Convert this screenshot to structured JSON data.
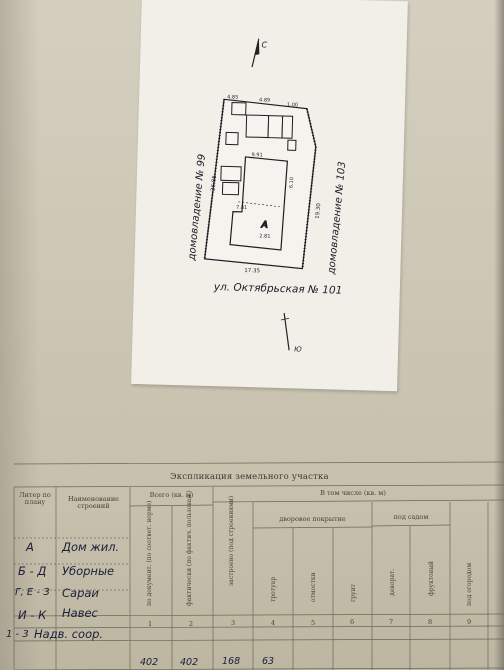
{
  "plan": {
    "neighbor_left": "домовладение № 99",
    "neighbor_right": "домовладение № 103",
    "street_label": "ул. Октябрьская № 101",
    "north_marker": "С",
    "south_marker": "Ю",
    "building_label": "А",
    "dim_front": "17.35",
    "dim_left": "26.85",
    "dim_right": "19.30",
    "dim_top": "4.89",
    "dim_inner_1": "9.91",
    "dim_inner_2": "7.81",
    "dim_inner_3": "6.10",
    "dim_inner_4": "2.81",
    "dim_small_1": "4.85",
    "dim_small_2": "1.00"
  },
  "table": {
    "title": "Экспликация земельного участка",
    "headers": {
      "litera": "Литер по плану",
      "name": "Наименование строений",
      "total_group": "Всего (кв. м)",
      "by_doc": "по документ. (по соответ. норме)",
      "actual": "фактически (по фактич. пользован.)",
      "built": "застроено (под строениями)",
      "incl_group": "В том числе (кв. м)",
      "yard_group": "дворовое покрытие",
      "sidewalk": "тротуар",
      "blind_area": "отмостки",
      "ground": "грунт",
      "garden_group": "под садом",
      "decorative": "декорат.",
      "fruit": "фруктовый",
      "under_garden": "под огородом"
    },
    "column_numbers": [
      "1",
      "2",
      "3",
      "4",
      "5",
      "6",
      "7",
      "8",
      "9"
    ],
    "rows": [
      {
        "litera": "А",
        "name": "Дом жил."
      },
      {
        "litera": "Б - Д",
        "name": "Уборные"
      },
      {
        "litera": "Г, Е - З",
        "name": "Сараи"
      },
      {
        "litera": "И - К",
        "name": "Навес"
      },
      {
        "litera": "1 - 3",
        "name": "Надв. соор."
      }
    ],
    "totals": {
      "by_doc": "402",
      "actual": "402",
      "built": "168",
      "sidewalk": "63"
    }
  }
}
